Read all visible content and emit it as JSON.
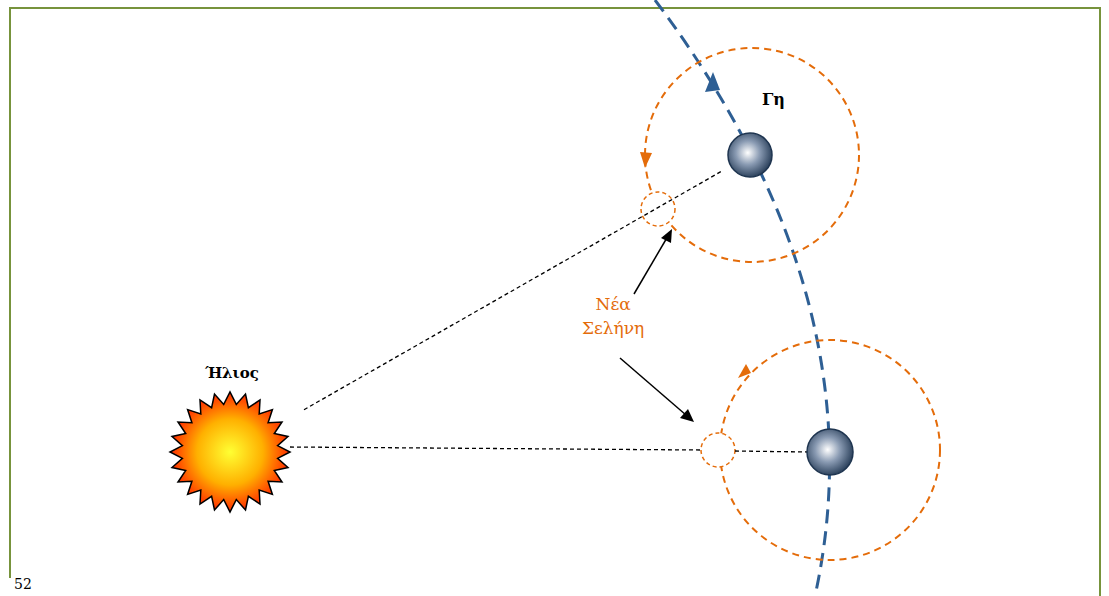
{
  "diagram": {
    "nodes": [
      {
        "text": [
          "Ήλιος"
        ]
      },
      {
        "text": [
          "Γη"
        ]
      }
    ],
    "edges": [
      {
        "from": 0,
        "to": 1,
        "arrow": "none"
      }
    ],
    "labels": [
      "Νέα Σελήνη",
      "52"
    ]
  }
}
